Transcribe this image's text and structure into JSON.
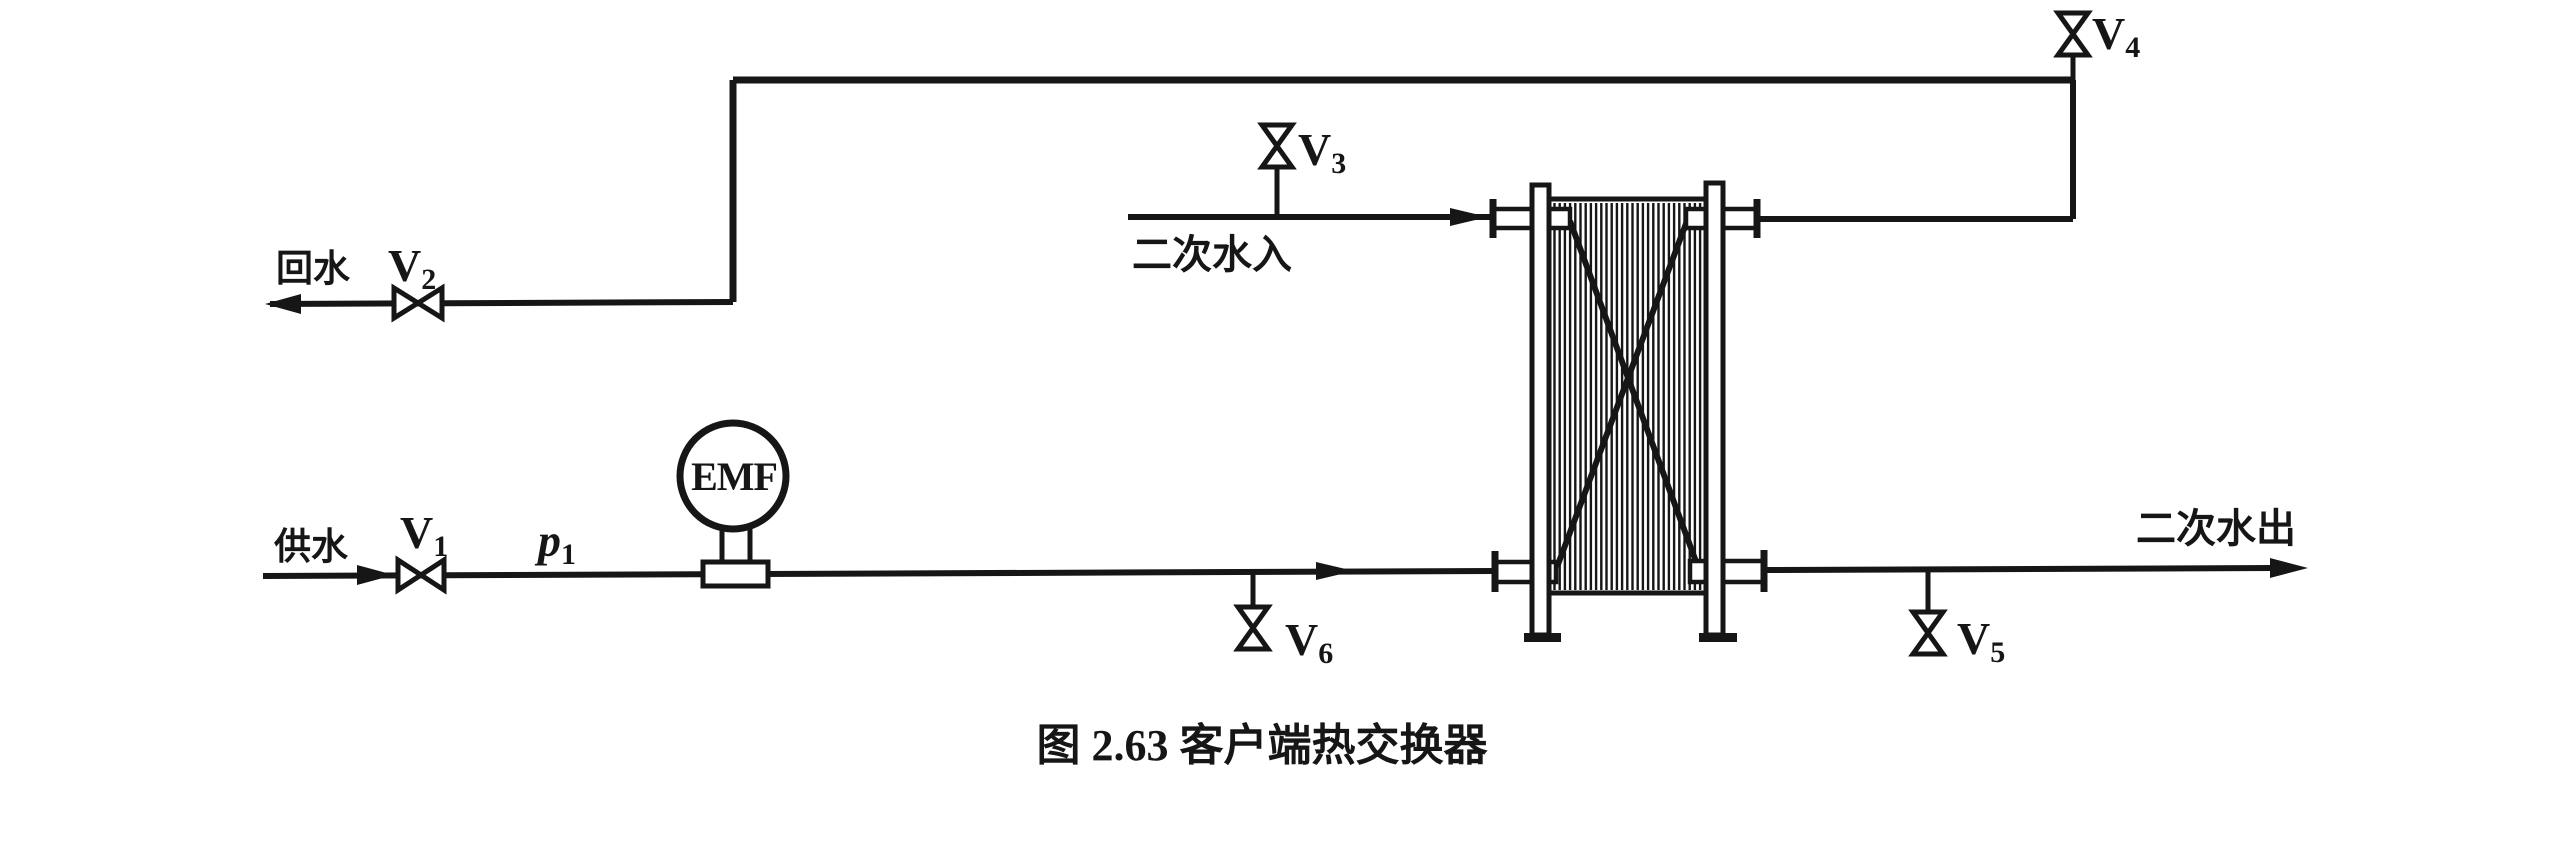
{
  "figure": {
    "caption": "图 2.63 客户端热交换器",
    "colors": {
      "ink": "#161616",
      "paper": "#ffffff"
    }
  },
  "labels": {
    "supply_water": "供水",
    "return_water": "回水",
    "secondary_in": "二次水入",
    "secondary_out": "二次水出",
    "flow_meter": "EMF",
    "pressure": {
      "base": "p",
      "sub": "1"
    }
  },
  "valves": {
    "v1": {
      "base": "V",
      "sub": "1"
    },
    "v2": {
      "base": "V",
      "sub": "2"
    },
    "v3": {
      "base": "V",
      "sub": "3"
    },
    "v4": {
      "base": "V",
      "sub": "4"
    },
    "v5": {
      "base": "V",
      "sub": "5"
    },
    "v6": {
      "base": "V",
      "sub": "6"
    }
  }
}
